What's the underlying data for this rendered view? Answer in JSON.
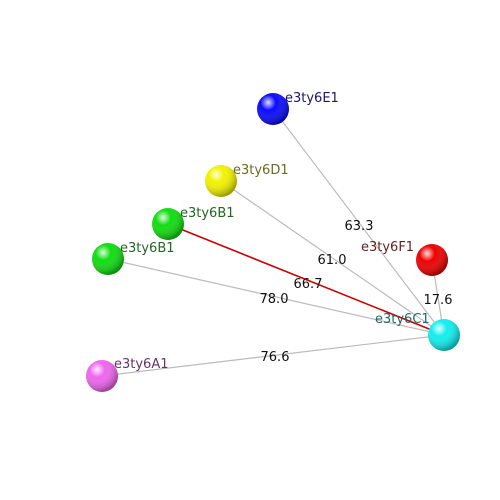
{
  "diagram": {
    "nodes": [
      {
        "id": "e3ty6E1",
        "label": "e3ty6E1",
        "color": "#0a0aff",
        "label_color": "#1a1a66"
      },
      {
        "id": "e3ty6D1",
        "label": "e3ty6D1",
        "color": "#f2f200",
        "label_color": "#6b6b22"
      },
      {
        "id": "e3ty6B1_a",
        "label": "e3ty6B1",
        "color": "#11dd11",
        "label_color": "#226622"
      },
      {
        "id": "e3ty6B1_b",
        "label": "e3ty6B1",
        "color": "#11dd11",
        "label_color": "#226622"
      },
      {
        "id": "e3ty6F1",
        "label": "e3ty6F1",
        "color": "#ee0000",
        "label_color": "#662222"
      },
      {
        "id": "e3ty6C1",
        "label": "e3ty6C1",
        "color": "#11eeee",
        "label_color": "#226666"
      },
      {
        "id": "e3ty6A1",
        "label": "e3ty6A1",
        "color": "#ee66ee",
        "label_color": "#663366"
      }
    ],
    "edges": [
      {
        "from": "e3ty6E1",
        "to": "e3ty6C1",
        "label": "63.3",
        "color": "#bbbbbb"
      },
      {
        "from": "e3ty6D1",
        "to": "e3ty6C1",
        "label": "61.0",
        "color": "#bbbbbb"
      },
      {
        "from": "e3ty6B1_a",
        "to": "e3ty6C1",
        "label": "66.7",
        "color": "#cc0000"
      },
      {
        "from": "e3ty6B1_b",
        "to": "e3ty6C1",
        "label": "78.0",
        "color": "#bbbbbb"
      },
      {
        "from": "e3ty6F1",
        "to": "e3ty6C1",
        "label": "17.6",
        "color": "#bbbbbb"
      },
      {
        "from": "e3ty6A1",
        "to": "e3ty6C1",
        "label": "76.6",
        "color": "#bbbbbb"
      }
    ]
  }
}
